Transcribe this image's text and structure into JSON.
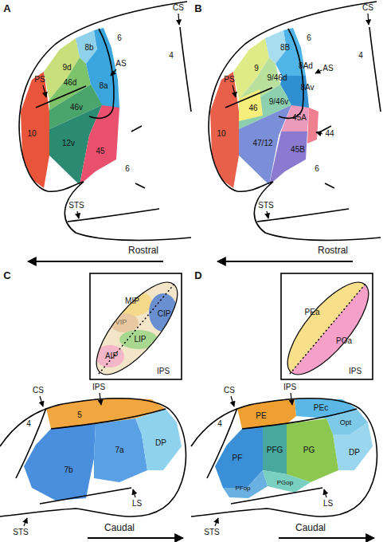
{
  "diagram": {
    "labels": [
      "A",
      "CS",
      "4",
      "PS",
      "9d",
      "8b",
      "6",
      "AS",
      "46d",
      "8a",
      "46v",
      "10",
      "12v",
      "45",
      "6",
      "STS",
      "Rostral",
      "B",
      "CS",
      "4",
      "6",
      "8B",
      "8Ad",
      "AS",
      "9",
      "9/46d",
      "PS",
      "46",
      "8Av",
      "9/46v",
      "45A",
      "44",
      "10",
      "47/12",
      "45B",
      "6",
      "STS",
      "Rostral",
      "C",
      "MIP",
      "CIP",
      "VIP",
      "LIP",
      "AIP",
      "IPS",
      "CS",
      "4",
      "IPS",
      "5",
      "7b",
      "7a",
      "DP",
      "LS",
      "STS",
      "Caudal",
      "D",
      "PEa",
      "POa",
      "IPS",
      "CS",
      "4",
      "IPS",
      "PE",
      "PEc",
      "Opt",
      "PF",
      "PFG",
      "PG",
      "DP",
      "PFop",
      "PGop",
      "LS",
      "STS",
      "Caudal"
    ]
  }
}
